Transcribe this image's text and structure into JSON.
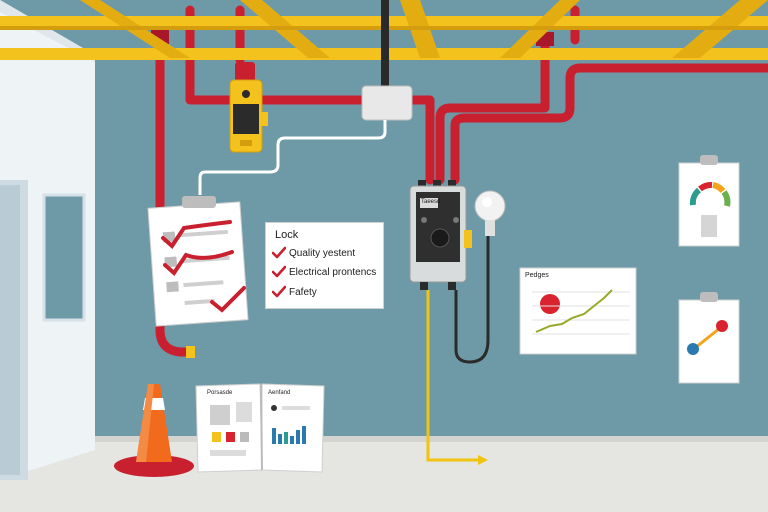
{
  "checklist": {
    "title": "Lock",
    "items": [
      {
        "label": "Quality yestent"
      },
      {
        "label": "Electrical prontencs"
      },
      {
        "label": "Fafety"
      }
    ]
  },
  "control_panel": {
    "label": "Taeesd"
  },
  "chart_poster": {
    "title": "Pedges"
  },
  "booklet": {
    "left_heading": "Porsasde",
    "right_heading": "Aenfand"
  },
  "colors": {
    "wall": "#6e9aa8",
    "floor": "#e5e5e1",
    "pipe_red": "#c8202f",
    "beam_yellow": "#f4c21c",
    "check_red": "#c8202f",
    "cone_orange": "#f26b1d",
    "cable_yellow": "#f1c40f"
  },
  "icons": [
    "clipboard-icon",
    "padlock-icon",
    "control-panel-icon",
    "socket-plug-icon",
    "traffic-cone-icon",
    "open-booklet-icon",
    "gauge-icon",
    "connection-icon",
    "junction-box-icon",
    "door-icon"
  ]
}
